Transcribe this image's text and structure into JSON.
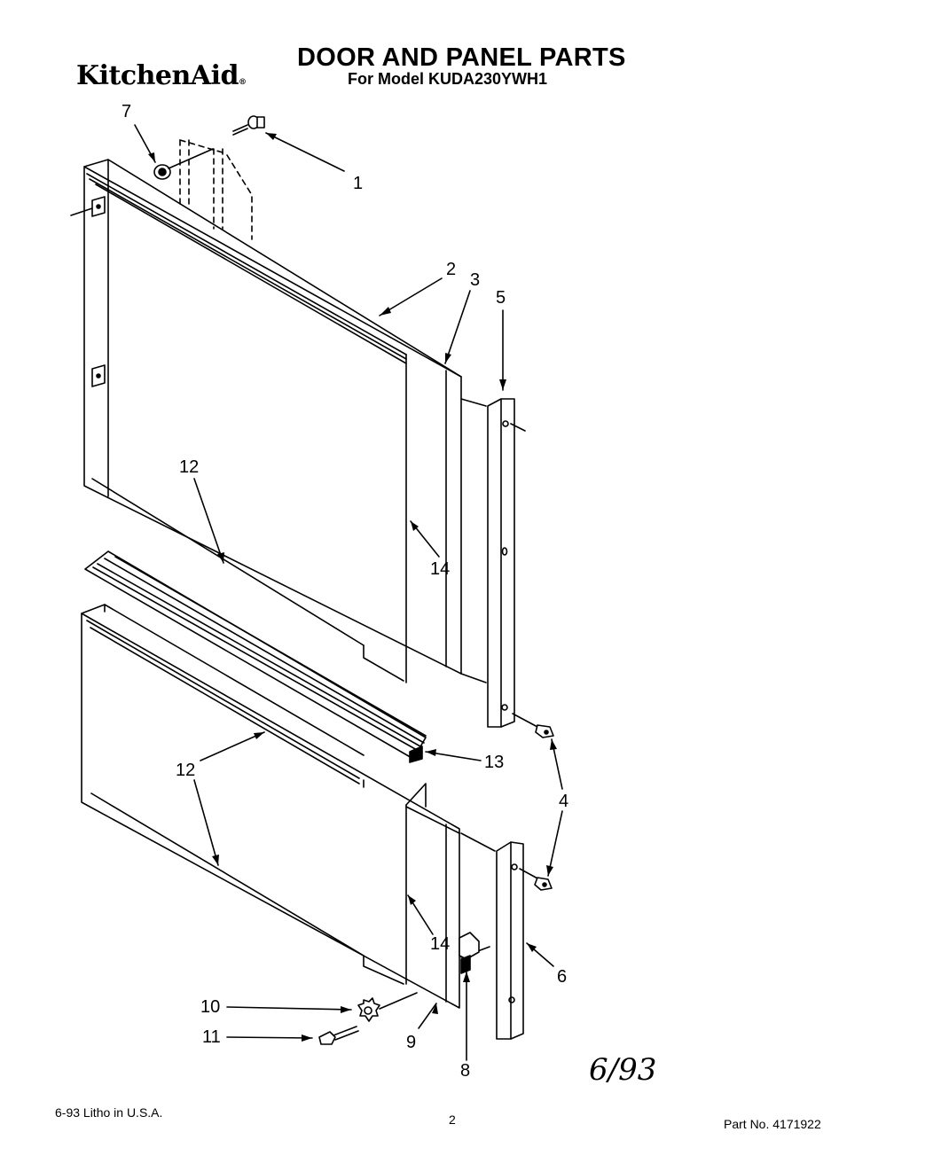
{
  "header": {
    "brand": "KitchenAid",
    "brand_mark": "®",
    "title": "DOOR AND PANEL PARTS",
    "subtitle": "For Model KUDA230YWH1"
  },
  "callouts": {
    "c1": "1",
    "c2": "2",
    "c3": "3",
    "c4": "4",
    "c5": "5",
    "c6": "6",
    "c7": "7",
    "c8": "8",
    "c9": "9",
    "c10": "10",
    "c11": "11",
    "c12a": "12",
    "c12b": "12",
    "c13": "13",
    "c14a": "14",
    "c14b": "14"
  },
  "handwritten_note": "6/93",
  "footer": {
    "left": "6-93  Litho in U.S.A.",
    "page": "2",
    "part_no": "Part No. 4171922"
  }
}
